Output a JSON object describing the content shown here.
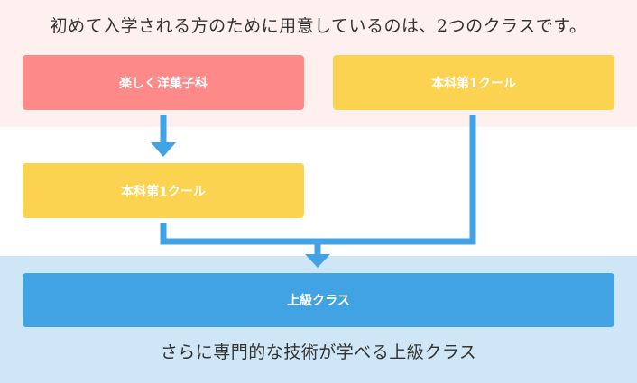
{
  "intro_text": "初めて入学される方のために用意しているのは、2つのクラスです。",
  "boxes": {
    "prep": "楽しく洋菓子科",
    "regular_a": "本科第1クール",
    "regular_b": "本科第1クール",
    "advanced": "上級クラス"
  },
  "summary_text": "さらに専門的な技術が学べる上級クラス",
  "colors": {
    "top_band": "#fff0f0",
    "bottom_band": "#cfe6f6",
    "pink_box": "#fd8a89",
    "yellow_box": "#fbd351",
    "blue_box": "#42a3e4",
    "arrow": "#42a3e4"
  }
}
